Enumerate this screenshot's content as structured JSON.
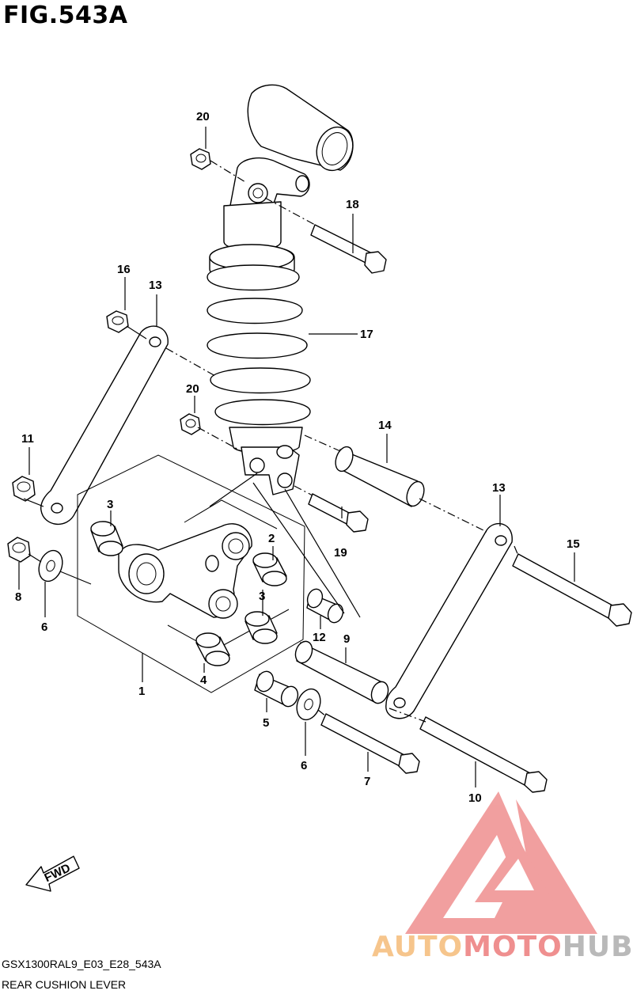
{
  "figure": {
    "title": "FIG.543A",
    "code": "GSX1300RAL9_E03_E28_543A",
    "caption": "REAR CUSHION LEVER",
    "direction_label": "FWD"
  },
  "watermark": {
    "part1": "AUTO",
    "part2": "MOTO",
    "part3": "HUB",
    "colors": {
      "auto": "#f6c58c",
      "moto": "#ef8f8f",
      "hub": "#b9b9b9",
      "logo": "#ef8f8f"
    }
  },
  "callouts": {
    "c1": "1",
    "c2": "2",
    "c3a": "3",
    "c3b": "3",
    "c4": "4",
    "c5": "5",
    "c6a": "6",
    "c6b": "6",
    "c7": "7",
    "c8": "8",
    "c9": "9",
    "c10": "10",
    "c11": "11",
    "c12": "12",
    "c13a": "13",
    "c13b": "13",
    "c14": "14",
    "c15": "15",
    "c16": "16",
    "c17": "17",
    "c18": "18",
    "c19": "19",
    "c20a": "20",
    "c20b": "20"
  }
}
